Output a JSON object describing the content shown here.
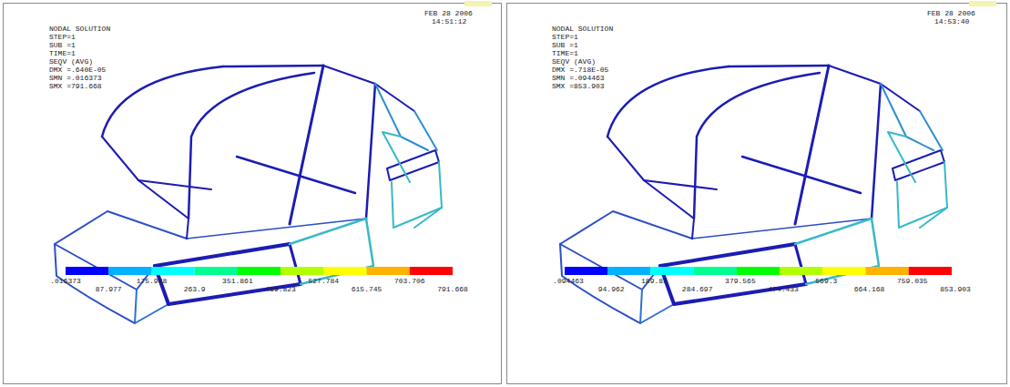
{
  "diagram": {
    "labels": [
      "NODAL SOLUTION",
      "STEP=1",
      "SUB =1",
      "TIME=1",
      "SEQV (AVG)",
      "DMX =.640E-05",
      "SMN =.016373",
      "SMX =791.668",
      "FEB 28 2006",
      "14:51:12",
      ".016373",
      "87.977",
      "175.938",
      "263.9",
      "351.861",
      "439.823",
      "527.784",
      "615.745",
      "703.706",
      "791.668",
      "NODAL SOLUTION",
      "STEP=1",
      "SUB =1",
      "TIME=1",
      "SEQV (AVG)",
      "DMX =.718E-05",
      "SMN =.094463",
      "SMX =853.903",
      "FEB 28 2006",
      "14:53:40",
      ".094463",
      "94.962",
      "189.83",
      "284.697",
      "379.565",
      "474.433",
      "569.3",
      "664.168",
      "759.035",
      "853.903"
    ]
  }
}
